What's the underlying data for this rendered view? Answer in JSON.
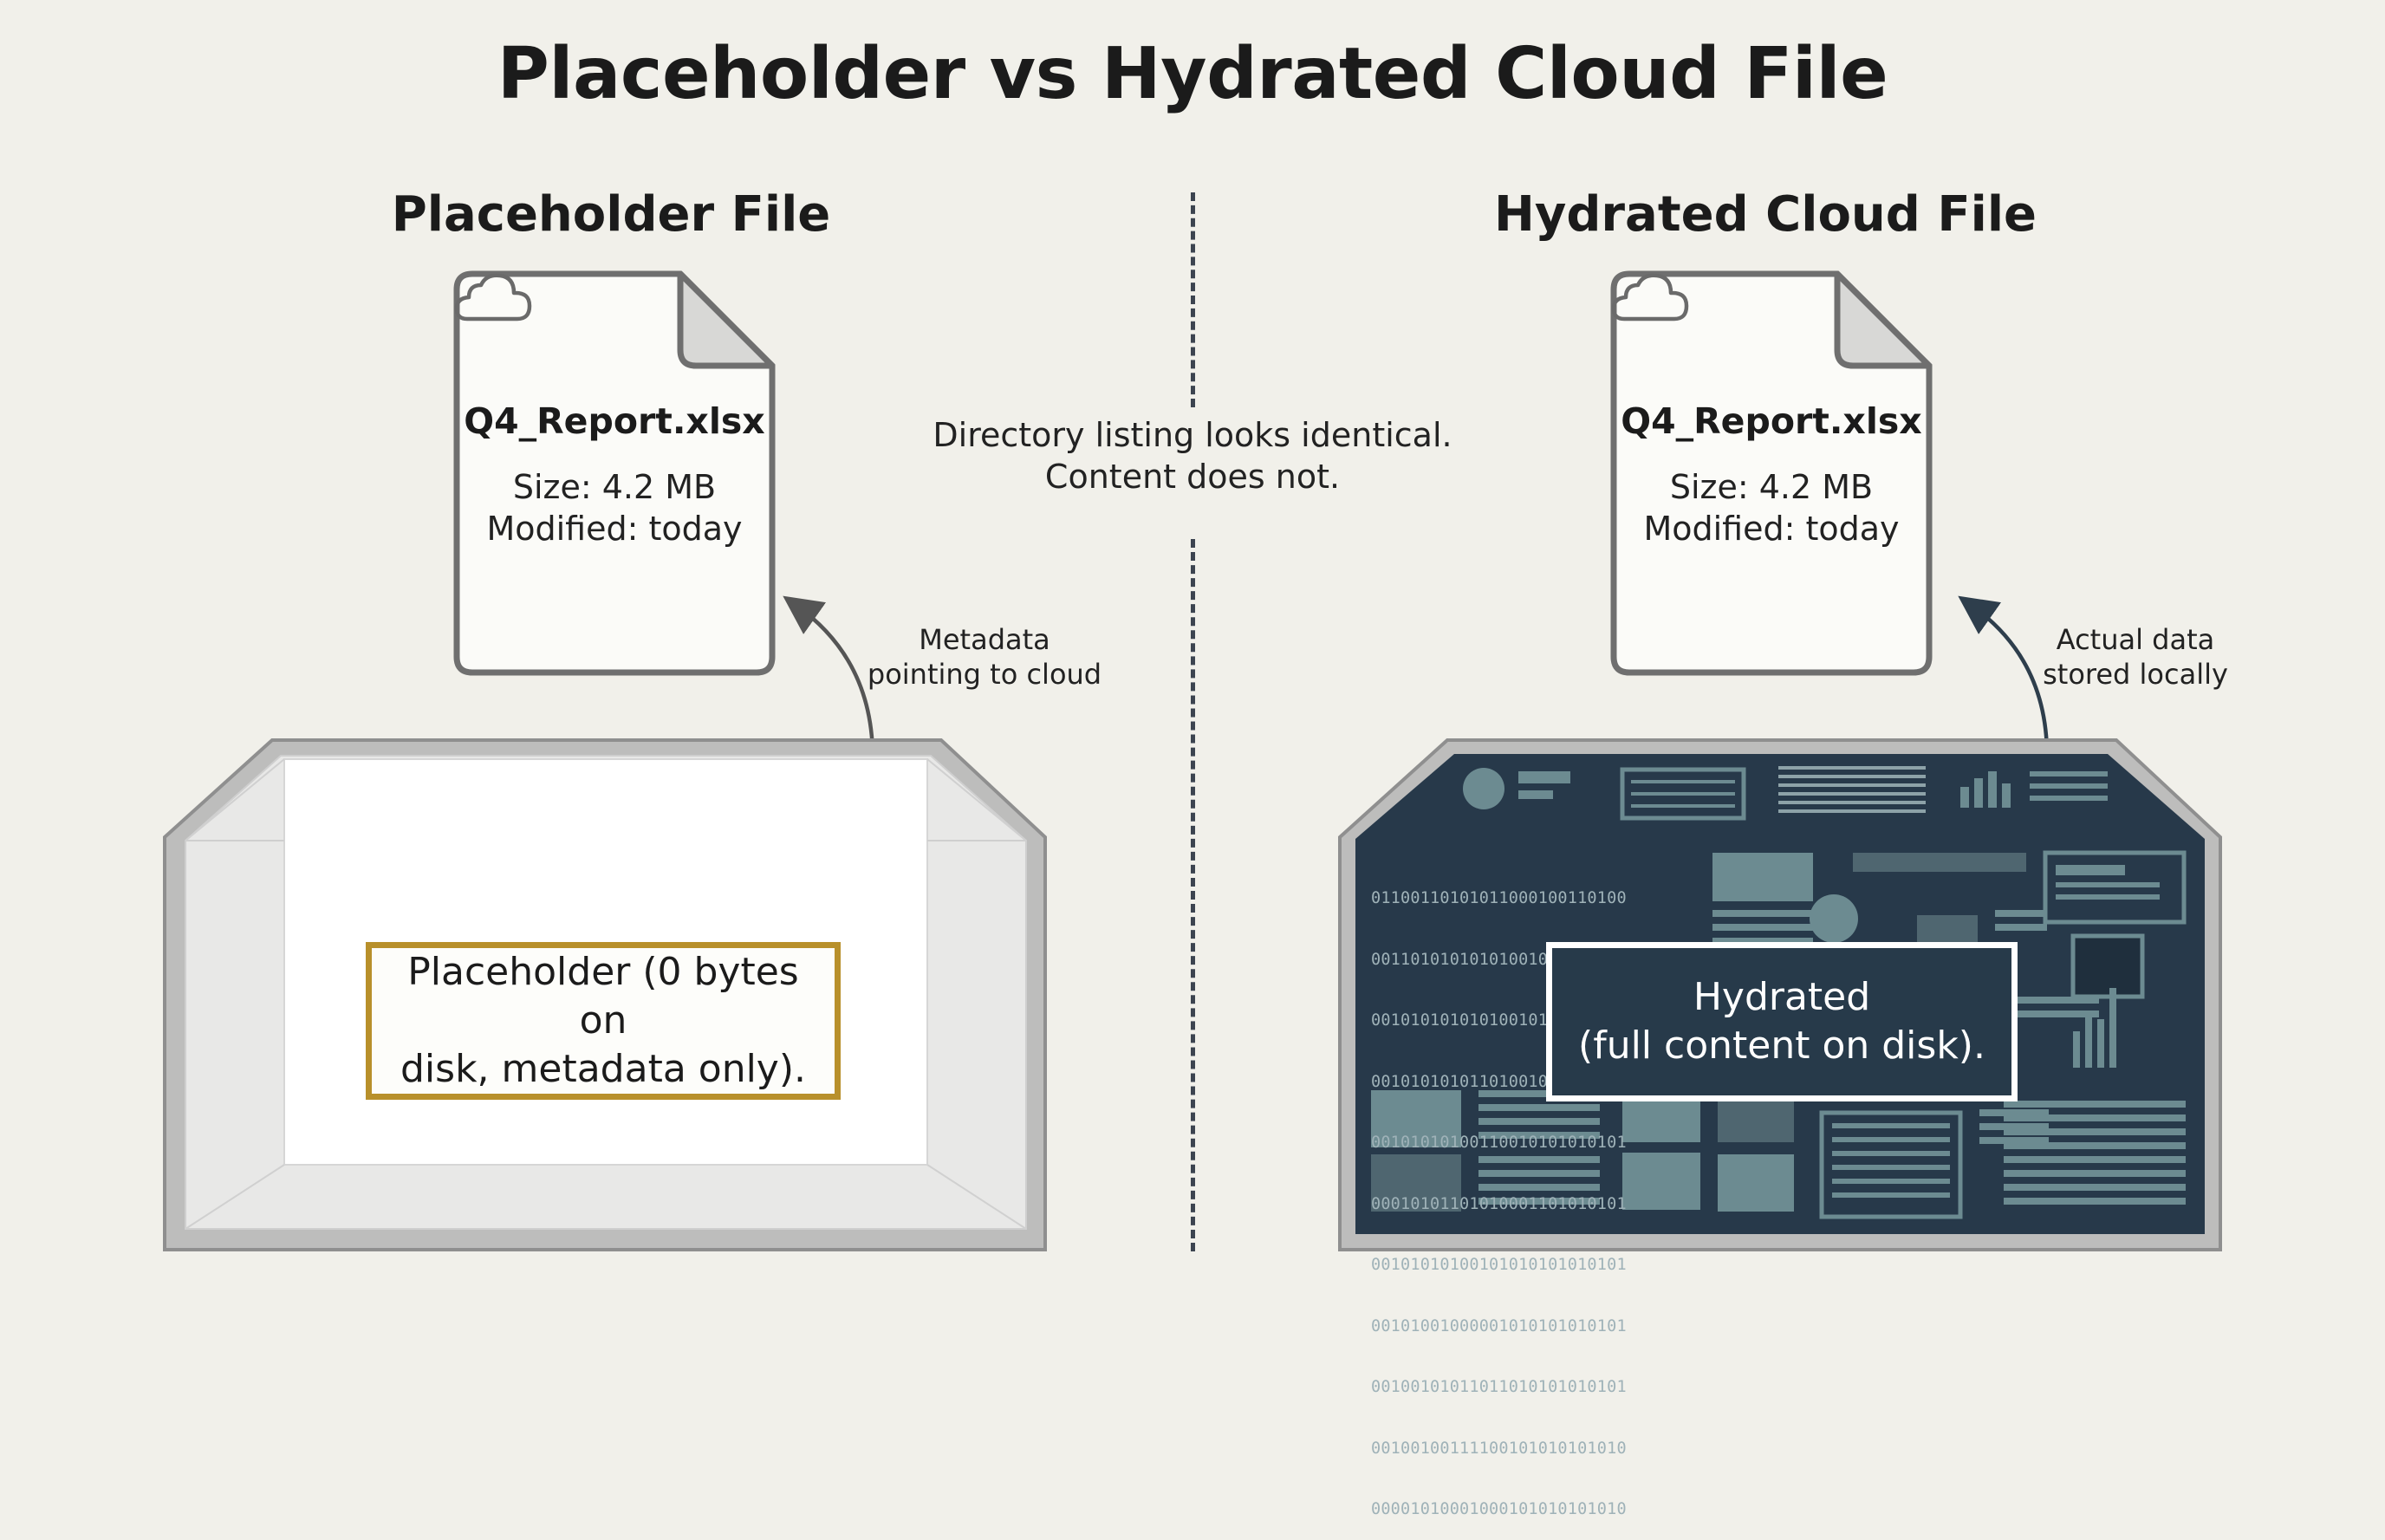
{
  "title": "Placeholder vs Hydrated Cloud File",
  "center_note": {
    "line1": "Directory listing looks identical.",
    "line2": "Content does not."
  },
  "left_panel": {
    "heading": "Placeholder File",
    "file": {
      "name": "Q4_Report.xlsx",
      "size": "Size: 4.2 MB",
      "modified": "Modified: today",
      "icon": "cloud-icon"
    },
    "annotation": {
      "line1": "Metadata",
      "line2": "pointing to cloud"
    },
    "box_label": {
      "line1": "Placeholder (0 bytes on",
      "line2": "disk, metadata only)."
    },
    "box_state": "empty"
  },
  "right_panel": {
    "heading": "Hydrated Cloud File",
    "file": {
      "name": "Q4_Report.xlsx",
      "size": "Size: 4.2 MB",
      "modified": "Modified: today",
      "icon": "cloud-icon"
    },
    "annotation": {
      "line1": "Actual data",
      "line2": "stored locally"
    },
    "box_label": {
      "line1": "Hydrated",
      "line2": "(full content on disk)."
    },
    "box_state": "filled",
    "binary_lines": [
      "01100110101011000100110100",
      "00110101010101001001101101",
      "00101010101010010101010100",
      "00101010101101001001010110",
      "00101010100110010101010101",
      "00010101101010001101010101",
      "00101010100101010101010101",
      "00101001000001010101010101",
      "00100101011011010101010101",
      "00100100111100101010101010",
      "00001010001000101010101010"
    ]
  },
  "colors": {
    "background": "#f1f0ea",
    "placeholder_border": "#b8902b",
    "hydrated_fill": "#273a4a",
    "arrow": "#555555",
    "arrow_right": "#2e3e4c"
  }
}
